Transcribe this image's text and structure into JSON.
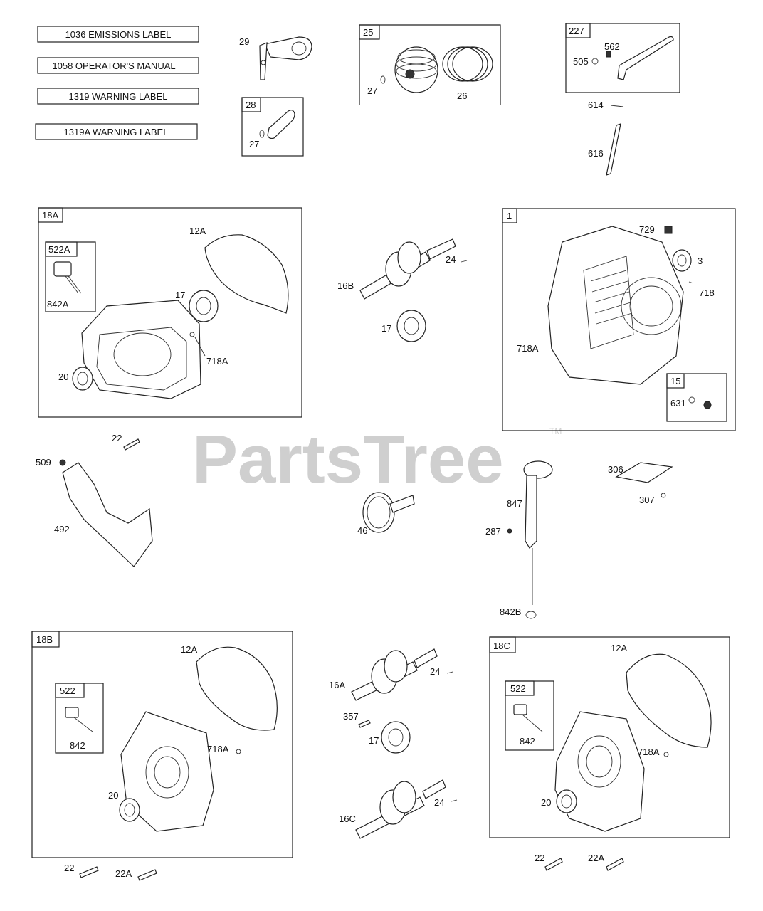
{
  "label_boxes": [
    {
      "text": "1036 EMISSIONS LABEL"
    },
    {
      "text": "1058 OPERATOR'S MANUAL"
    },
    {
      "text": "1319 WARNING LABEL"
    },
    {
      "text": "1319A WARNING LABEL"
    }
  ],
  "group_boxes": {
    "b25": "25",
    "b227": "227",
    "b28": "28",
    "b18A": "18A",
    "b522A": "522A",
    "b1": "1",
    "b15": "15",
    "b18B": "18B",
    "b522": "522",
    "b18C": "18C",
    "b522c": "522"
  },
  "callouts": {
    "c29": "29",
    "c27a": "27",
    "c26": "26",
    "c27b": "27",
    "c562": "562",
    "c505": "505",
    "c614": "614",
    "c616": "616",
    "c12A_a": "12A",
    "c842A": "842A",
    "c17_a": "17",
    "c718A_a": "718A",
    "c20_a": "20",
    "c24_a": "24",
    "c16B": "16B",
    "c17_b": "17",
    "c729": "729",
    "c3": "3",
    "c718": "718",
    "c718A_b": "718A",
    "c631": "631",
    "c22_a": "22",
    "c509": "509",
    "c492": "492",
    "c46": "46",
    "c306": "306",
    "c307": "307",
    "c847": "847",
    "c287": "287",
    "c842B": "842B",
    "c12A_b": "12A",
    "c718A_c": "718A",
    "c842_b": "842",
    "c20_b": "20",
    "c24_b": "24",
    "c16A": "16A",
    "c357": "357",
    "c17_c": "17",
    "c24_c": "24",
    "c16C": "16C",
    "c12A_c": "12A",
    "c842_c": "842",
    "c718A_d": "718A",
    "c20_c": "20",
    "c22_b": "22",
    "c22A_a": "22A",
    "c22_c": "22",
    "c22A_b": "22A"
  },
  "watermark": {
    "text": "PartsTree",
    "tm": "TM"
  }
}
